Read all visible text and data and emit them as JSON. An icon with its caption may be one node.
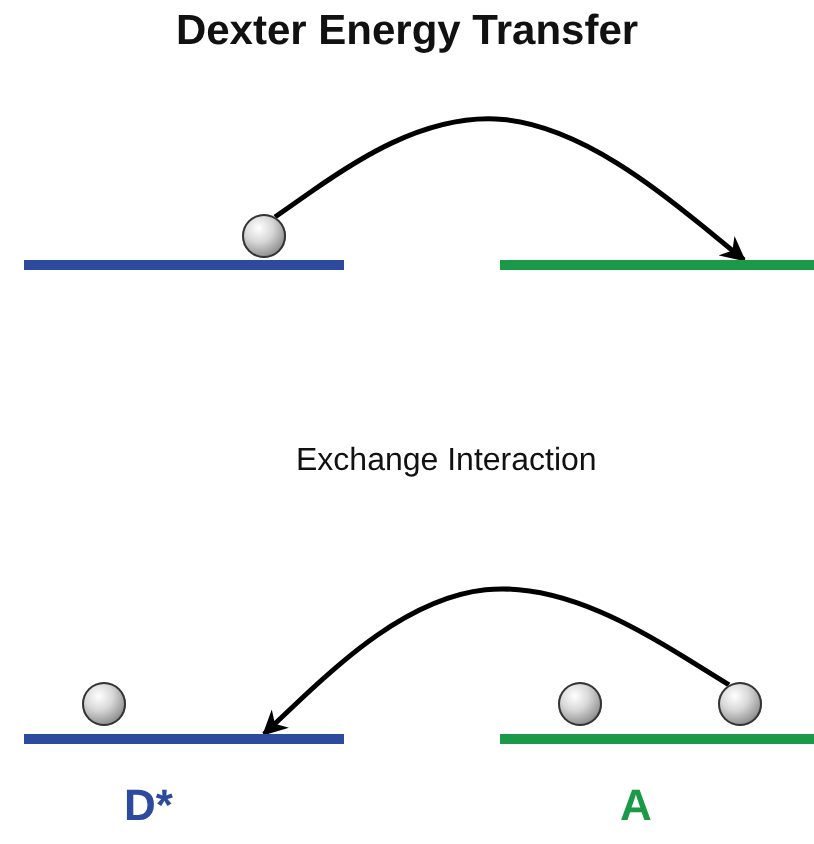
{
  "diagram": {
    "title": "Dexter Energy Transfer",
    "nodes": [
      {
        "text": [],
        "shape": "bar"
      },
      {
        "text": [],
        "shape": "circle"
      },
      {
        "text": [],
        "shape": "bar"
      },
      {
        "text": [],
        "shape": "bar",
        "beside": [
          "D*"
        ]
      },
      {
        "text": [],
        "shape": "circle"
      },
      {
        "text": [],
        "shape": "circle"
      },
      {
        "text": [],
        "shape": "circle"
      },
      {
        "text": [],
        "shape": "bar",
        "beside": [
          "A"
        ]
      }
    ],
    "edges": [
      {
        "from": 1,
        "to": 2,
        "arrow": "to"
      },
      {
        "from": 6,
        "to": 3,
        "arrow": "to"
      }
    ],
    "labels": [
      "Exchange Interaction"
    ]
  }
}
